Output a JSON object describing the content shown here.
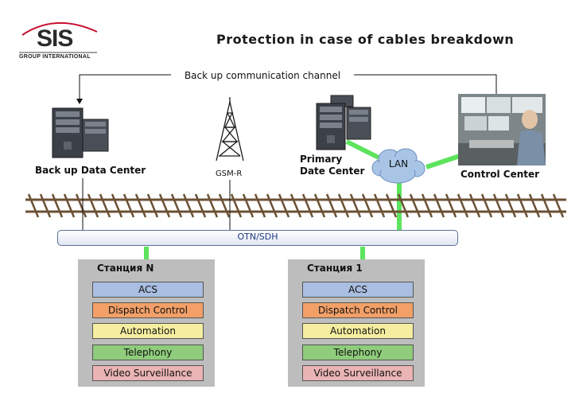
{
  "logo": {
    "name": "SIS",
    "subtitle": "GROUP INTERNATIONAL"
  },
  "title": "Protection in case of cables breakdown",
  "backup_channel": "Back up communication channel",
  "nodes": {
    "backup_dc": "Back up Data Center",
    "gsm": "GSM-R",
    "primary_dc_line1": "Primary",
    "primary_dc_line2": "Date Center",
    "lan": "LAN",
    "control_center": "Control Center"
  },
  "network": {
    "label": "OTN/SDH"
  },
  "stations": [
    {
      "name": "Станция N",
      "systems": [
        "ACS",
        "Dispatch Control",
        "Automation",
        "Telephony",
        "Video Surveillance"
      ]
    },
    {
      "name": "Станция 1",
      "systems": [
        "ACS",
        "Dispatch Control",
        "Automation",
        "Telephony",
        "Video Surveillance"
      ]
    }
  ],
  "colors": {
    "link_green": "#5ee35e",
    "rail": "#6b5134",
    "acs": "#a9bee0",
    "dispatch": "#f2a068",
    "automation": "#f5eea0",
    "telephony": "#8fcc7c",
    "video": "#eab4b4",
    "station_bg": "#bdbdbd"
  }
}
